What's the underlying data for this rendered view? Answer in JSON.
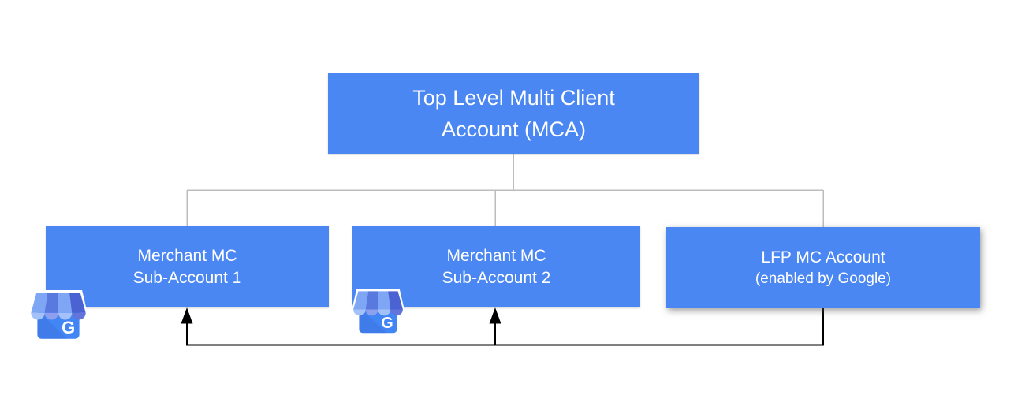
{
  "diagram": {
    "nodes": {
      "mca": {
        "line1": "Top Level Multi Client",
        "line2": "Account (MCA)"
      },
      "sub1": {
        "line1": "Merchant MC",
        "line2": "Sub-Account 1"
      },
      "sub2": {
        "line1": "Merchant MC",
        "line2": "Sub-Account 2"
      },
      "lfp": {
        "line1": "LFP MC Account",
        "line2": "(enabled by Google)"
      }
    },
    "edges": {
      "tree": [
        {
          "from": "mca",
          "to": "sub1"
        },
        {
          "from": "mca",
          "to": "sub2"
        },
        {
          "from": "mca",
          "to": "lfp"
        }
      ],
      "arrows": [
        {
          "from": "lfp",
          "to": "sub1"
        },
        {
          "from": "lfp",
          "to": "sub2"
        }
      ]
    },
    "colors": {
      "background": "#ffffff",
      "node_fill": "#4b87f3",
      "node_text": "#ffffff",
      "tree_connector": "#bdbdbd",
      "arrow": "#000000"
    },
    "icon": {
      "name": "google-business-profile-icon",
      "letter": "G",
      "palette": {
        "outline": "#ffffff",
        "body": "#4285f4",
        "fold": "#3b71dd",
        "awning_light": "#7ea6f4",
        "awning_medium": "#5a79df",
        "awning_dark": "#4b62d2",
        "scallop_light": "#a4c2f9",
        "scallop_medium": "#8e9fed",
        "scallop_dark": "#6274d9",
        "letter_color": "#ffffff"
      }
    }
  }
}
